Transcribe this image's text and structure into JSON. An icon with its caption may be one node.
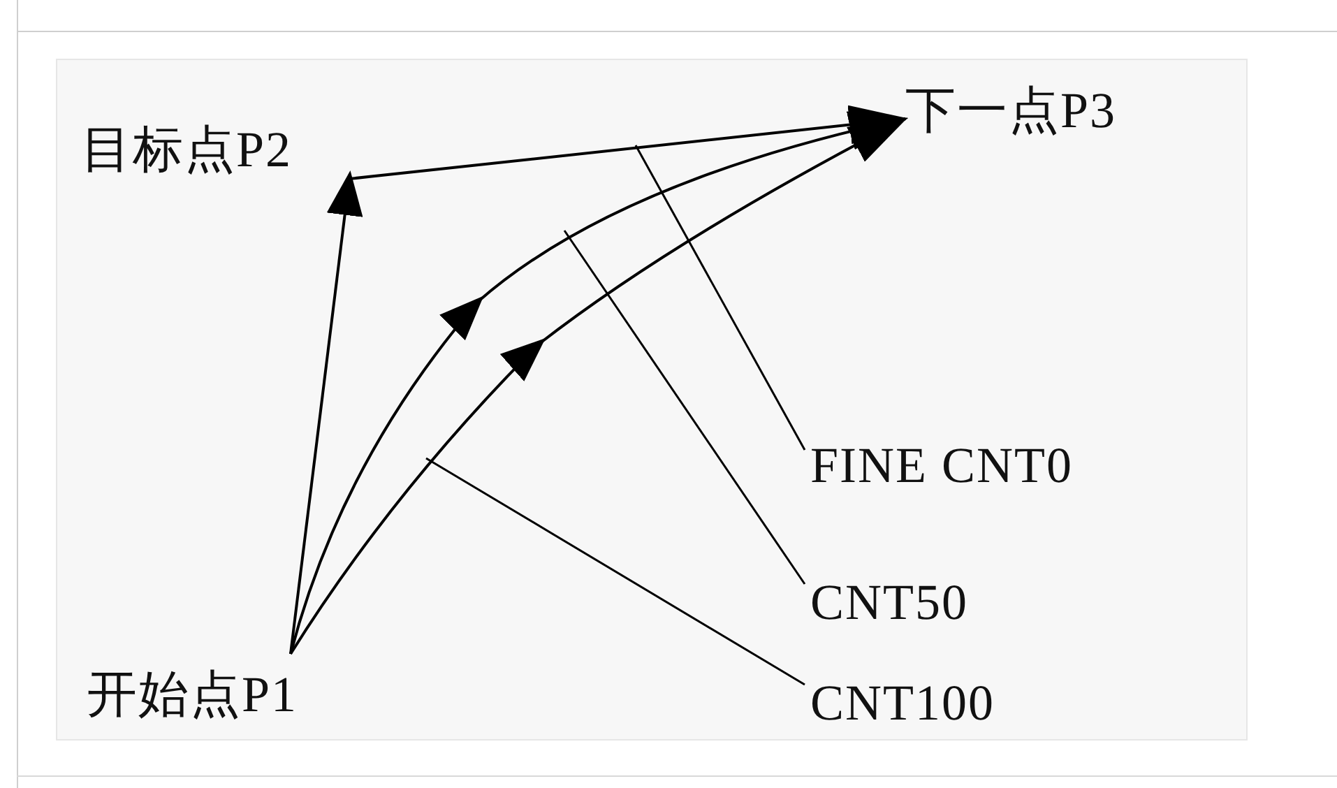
{
  "diagram": {
    "nodes": [
      {
        "text": [
          "目标点P2"
        ]
      },
      {
        "text": [
          "下一点P3"
        ]
      },
      {
        "text": [
          "开始点P1"
        ]
      },
      {
        "text": [
          "FINE CNT0"
        ]
      },
      {
        "text": [
          "CNT50"
        ]
      },
      {
        "text": [
          "CNT100"
        ]
      }
    ],
    "edges": [
      {
        "from": 2,
        "to": 0,
        "arrow": "to"
      },
      {
        "from": 0,
        "to": 1,
        "arrow": "to"
      },
      {
        "from": 2,
        "to": 1,
        "arrow": "to"
      },
      {
        "from": 2,
        "to": 1,
        "arrow": "to"
      },
      {
        "from": 3,
        "to": null,
        "arrow": "none"
      },
      {
        "from": 4,
        "to": null,
        "arrow": "none"
      },
      {
        "from": 5,
        "to": null,
        "arrow": "none"
      }
    ]
  }
}
